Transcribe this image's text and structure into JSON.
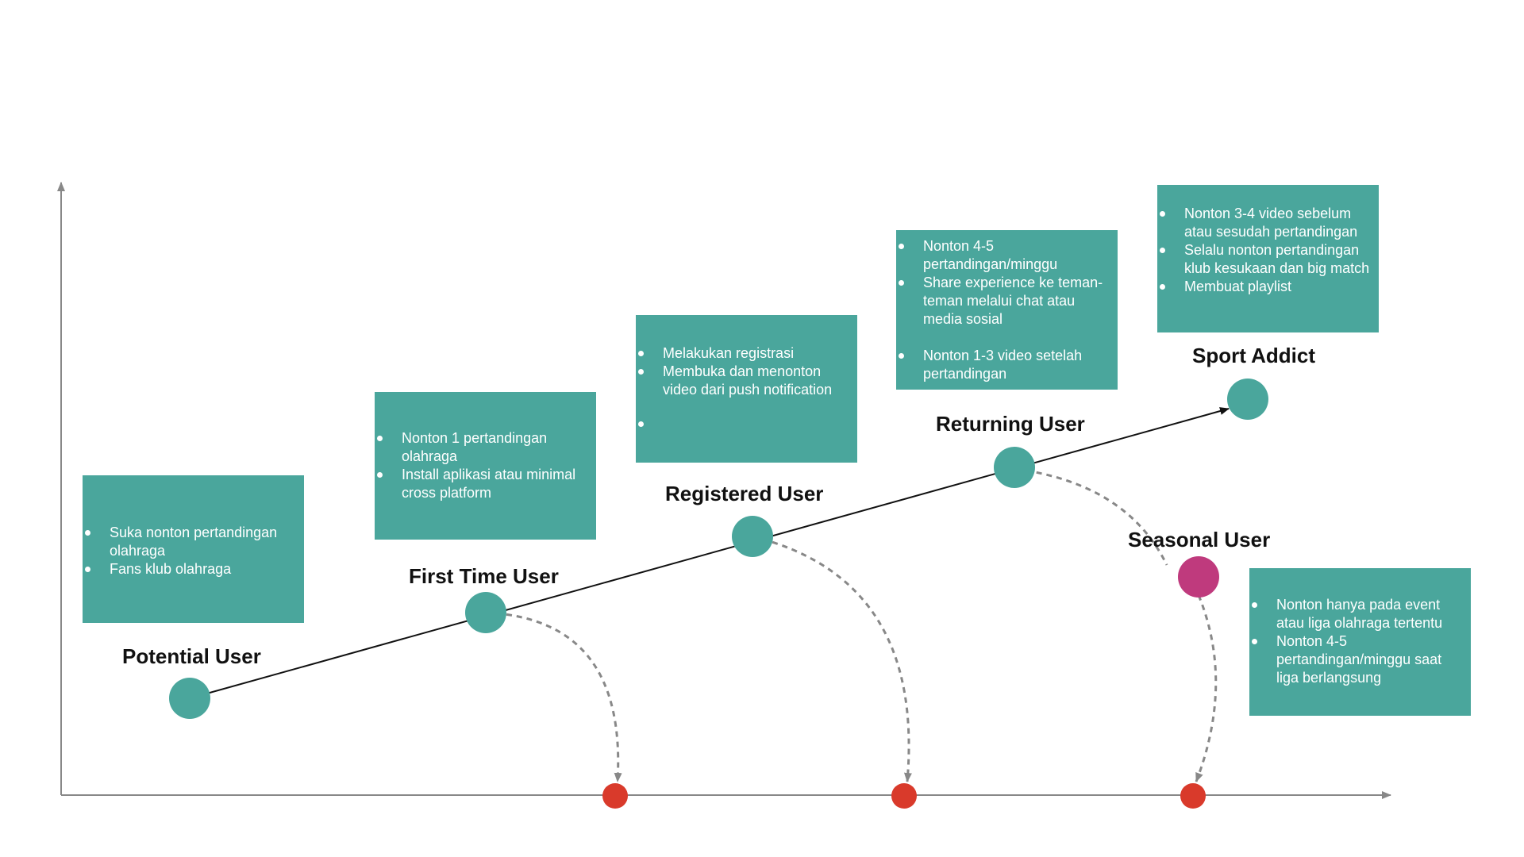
{
  "colors": {
    "box_fill": "#4aa69c",
    "stage_node": "#4aa69c",
    "seasonal_node": "#bf3a7d",
    "churn_node": "#d93a2b",
    "axis": "#888888",
    "path_line": "#111111",
    "dashed_arrow": "#888888",
    "box_text": "#ffffff"
  },
  "stages": [
    {
      "key": "potential",
      "label": "Potential User",
      "bullets": [
        "Suka nonton pertandingan olahraga",
        "Fans klub olahraga"
      ]
    },
    {
      "key": "first_time",
      "label": "First Time User",
      "bullets": [
        "Nonton 1 pertandingan olahraga",
        "Install aplikasi atau minimal cross platform"
      ]
    },
    {
      "key": "registered",
      "label": "Registered User",
      "bullets": [
        "Melakukan registrasi",
        "Membuka dan menonton video dari push notification",
        ""
      ]
    },
    {
      "key": "returning",
      "label": "Returning User",
      "bullets": [
        "Nonton 4-5 pertandingan/minggu",
        "Share experience ke teman-teman melalui chat atau media sosial",
        "",
        "Nonton 1-3 video setelah pertandingan"
      ]
    },
    {
      "key": "sport_addict",
      "label": "Sport Addict",
      "bullets": [
        "Nonton 3-4 video sebelum atau sesudah pertandingan",
        "Selalu nonton pertandingan klub kesukaan dan big match",
        "Membuat playlist"
      ]
    },
    {
      "key": "seasonal",
      "label": "Seasonal User",
      "bullets": [
        "Nonton hanya pada event atau liga olahraga tertentu",
        "Nonton 4-5 pertandingan/minggu saat liga berlangsung"
      ]
    }
  ]
}
